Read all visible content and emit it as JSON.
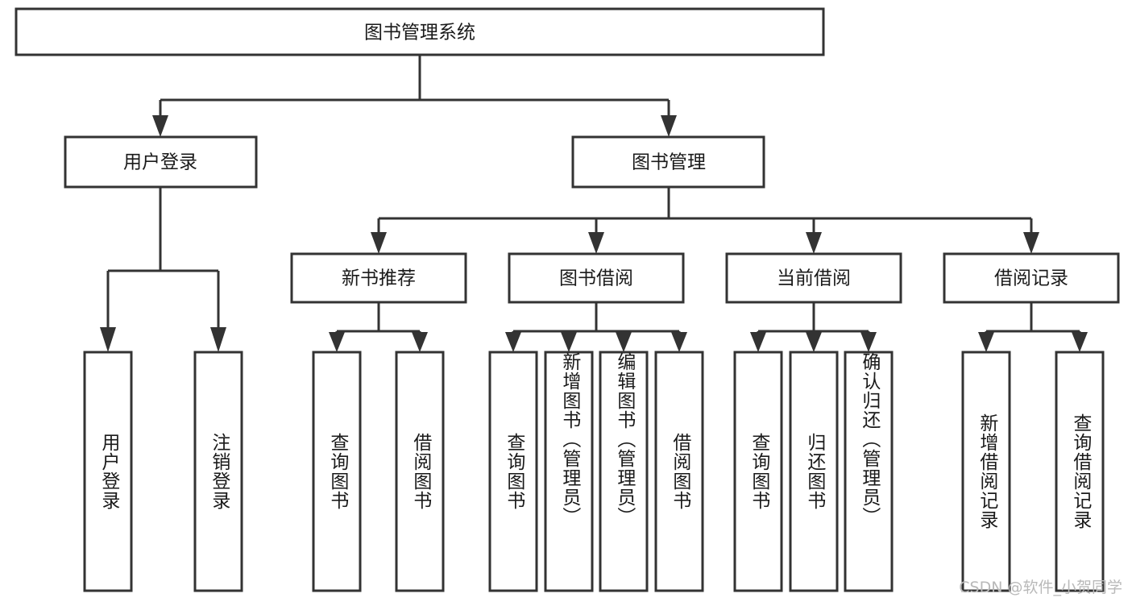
{
  "diagram": {
    "type": "tree-hierarchy",
    "title": "图书管理系统",
    "orientation": "top-down",
    "levels": 4,
    "root": {
      "id": "root",
      "label": "图书管理系统",
      "level": 1,
      "text_direction": "horizontal"
    },
    "level2": [
      {
        "id": "user-login",
        "label": "用户登录",
        "text_direction": "horizontal",
        "parent": "root"
      },
      {
        "id": "book-manage",
        "label": "图书管理",
        "text_direction": "horizontal",
        "parent": "root"
      }
    ],
    "level3": [
      {
        "id": "new-book-rec",
        "label": "新书推荐",
        "text_direction": "horizontal",
        "parent": "book-manage"
      },
      {
        "id": "book-borrow",
        "label": "图书借阅",
        "text_direction": "horizontal",
        "parent": "book-manage"
      },
      {
        "id": "current-borrow",
        "label": "当前借阅",
        "text_direction": "horizontal",
        "parent": "book-manage"
      },
      {
        "id": "borrow-record",
        "label": "借阅记录",
        "text_direction": "horizontal",
        "parent": "book-manage"
      }
    ],
    "leaves": [
      {
        "id": "leaf-user-login",
        "label": "用户登录",
        "parent": "user-login",
        "text_direction": "vertical"
      },
      {
        "id": "leaf-user-logout",
        "label": "注销登录",
        "parent": "user-login",
        "text_direction": "vertical"
      },
      {
        "id": "leaf-rec-query",
        "label": "查询图书",
        "parent": "new-book-rec",
        "text_direction": "vertical"
      },
      {
        "id": "leaf-rec-borrow",
        "label": "借阅图书",
        "parent": "new-book-rec",
        "text_direction": "vertical"
      },
      {
        "id": "leaf-borrow-query",
        "label": "查询图书",
        "parent": "book-borrow",
        "text_direction": "vertical"
      },
      {
        "id": "leaf-borrow-add",
        "label": "新增图书（管理员）",
        "parent": "book-borrow",
        "text_direction": "vertical"
      },
      {
        "id": "leaf-borrow-edit",
        "label": "编辑图书（管理员）",
        "parent": "book-borrow",
        "text_direction": "vertical"
      },
      {
        "id": "leaf-borrow-lend",
        "label": "借阅图书",
        "parent": "book-borrow",
        "text_direction": "vertical"
      },
      {
        "id": "leaf-cur-query",
        "label": "查询图书",
        "parent": "current-borrow",
        "text_direction": "vertical"
      },
      {
        "id": "leaf-cur-return",
        "label": "归还图书",
        "parent": "current-borrow",
        "text_direction": "vertical"
      },
      {
        "id": "leaf-cur-confirm",
        "label": "确认归还（管理员）",
        "parent": "current-borrow",
        "text_direction": "vertical"
      },
      {
        "id": "leaf-rec-add",
        "label": "新增借阅记录",
        "parent": "borrow-record",
        "text_direction": "vertical"
      },
      {
        "id": "leaf-rec-query2",
        "label": "查询借阅记录",
        "parent": "borrow-record",
        "text_direction": "vertical"
      }
    ],
    "colors": {
      "box_fill": "#ffffff",
      "box_stroke": "#333333",
      "connector": "#333333",
      "text": "#1a1a1a",
      "background": "#ffffff",
      "watermark": "#b9b9b9"
    }
  },
  "watermark": {
    "text": "CSDN @软件_小贺同学"
  }
}
